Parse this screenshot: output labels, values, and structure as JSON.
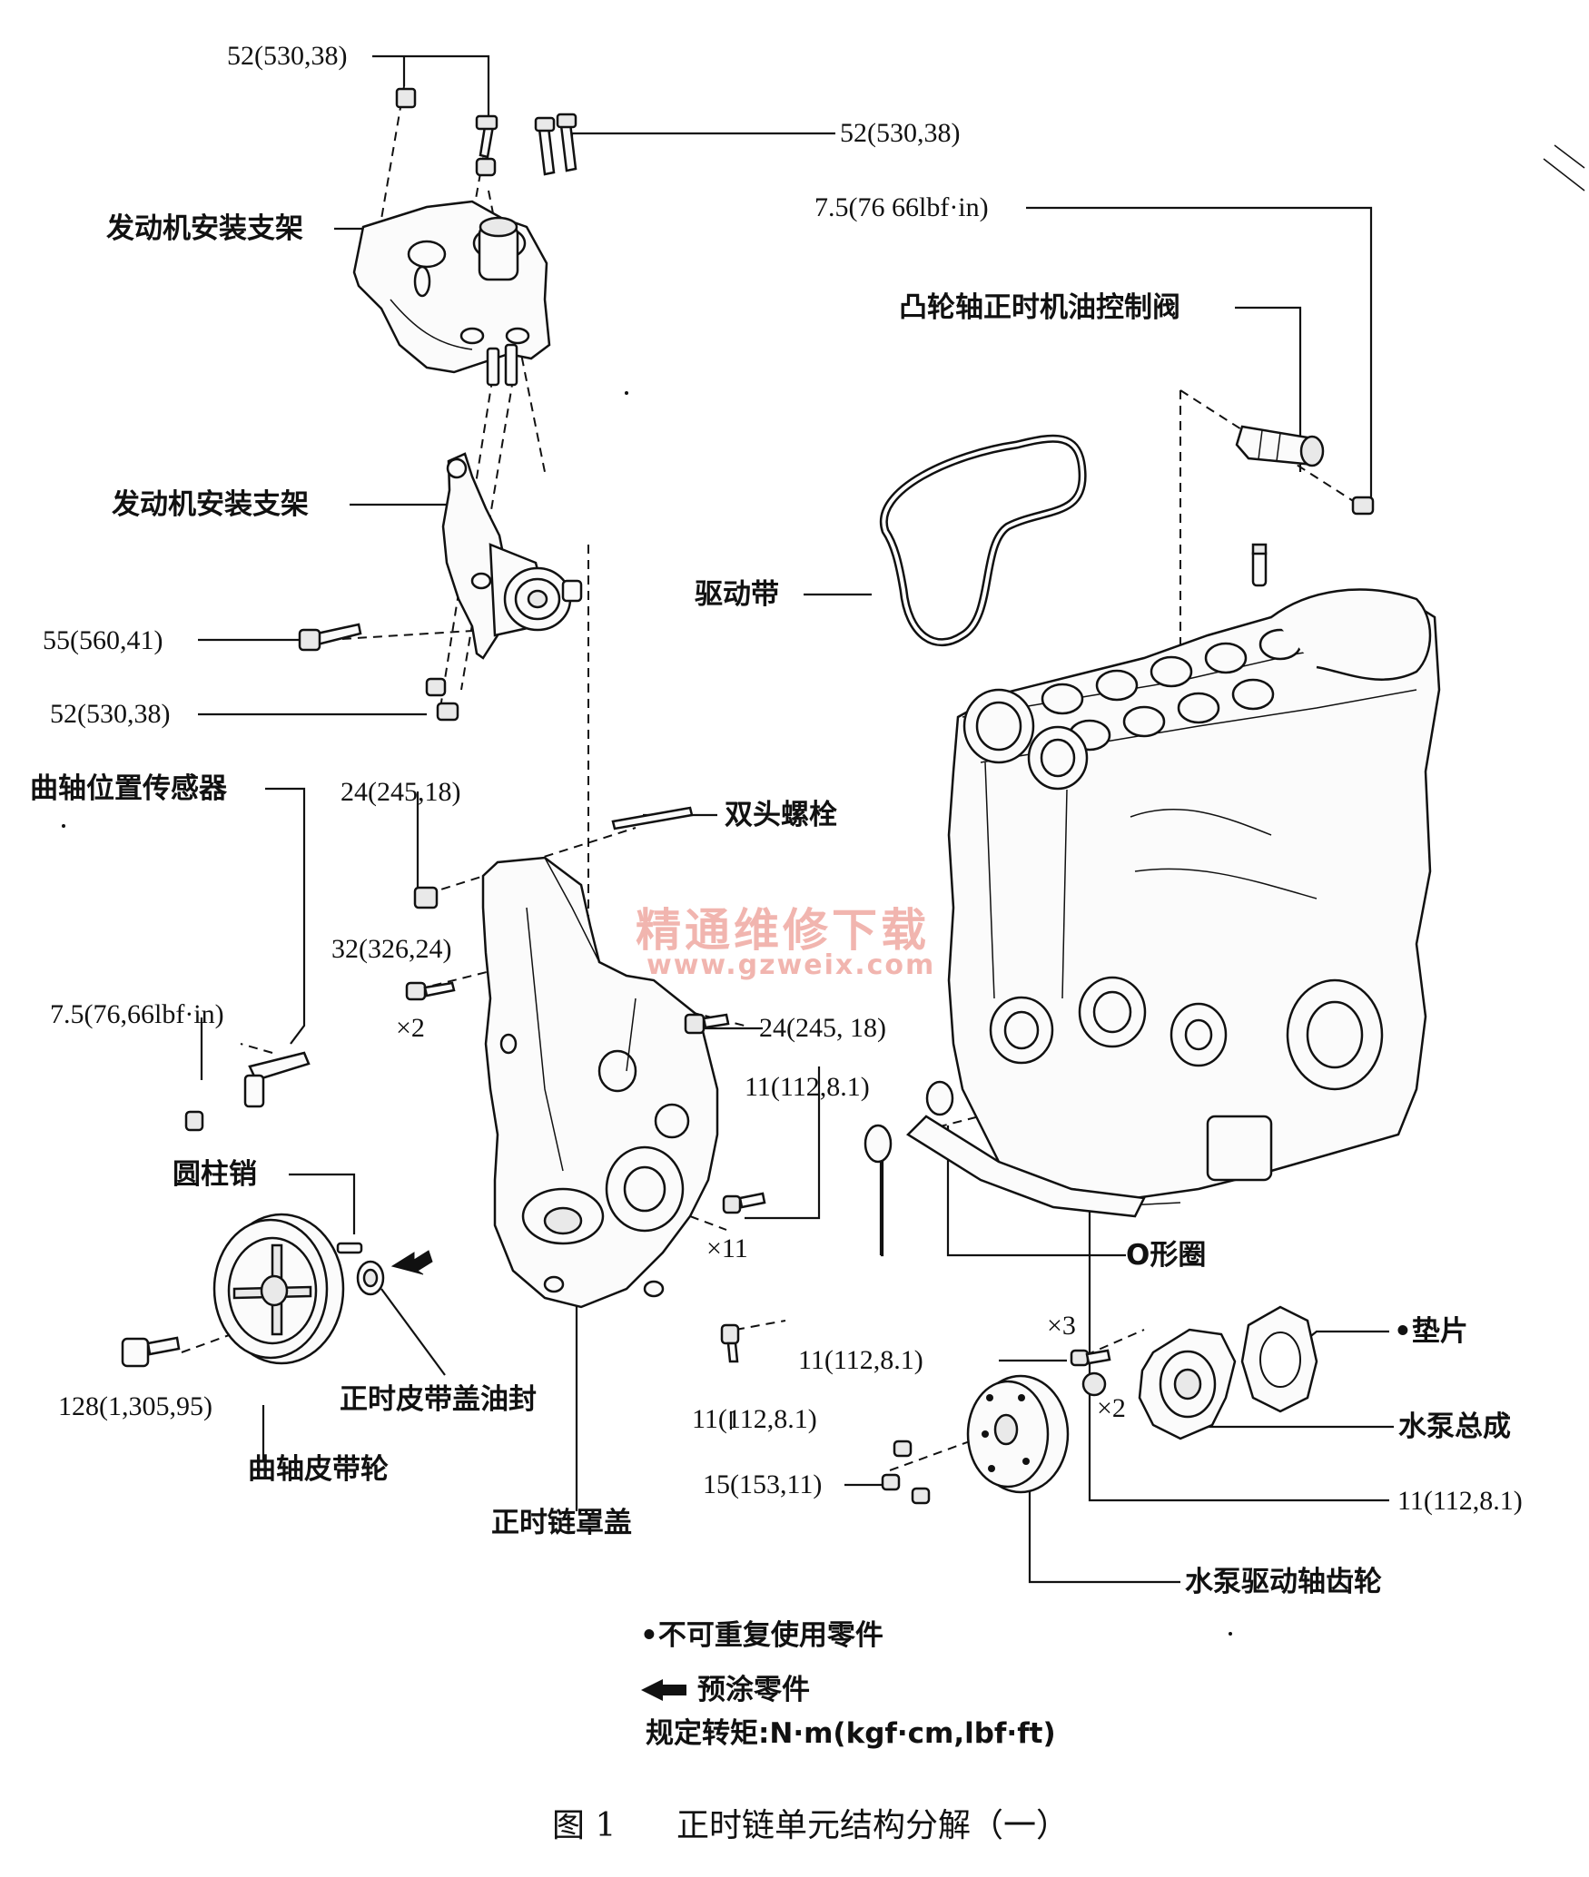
{
  "labels": {
    "engine_mount_bracket_upper": "发动机安装支架",
    "engine_mount_bracket_lower": "发动机安装支架",
    "ocv": "凸轮轴正时机油控制阀",
    "drive_belt": "驱动带",
    "crank_position_sensor": "曲轴位置传感器",
    "stud_bolt": "双头螺栓",
    "straight_pin": "圆柱销",
    "timing_belt_cover_oil_seal": "正时皮带盖油封",
    "crankshaft_pulley": "曲轴皮带轮",
    "timing_chain_cover": "正时链罩盖",
    "o_ring": "O形圈",
    "gasket": "垫片",
    "water_pump_assy": "水泵总成",
    "water_pump_drive_gear": "水泵驱动轴齿轮"
  },
  "torques": {
    "t_top_left": "52(530,38)",
    "t_top_right": "52(530,38)",
    "t_ocv": "7.5(76 66lbf·in)",
    "t_55": "55(560,41)",
    "t_52_lower": "52(530,38)",
    "t_24_top": "24(245,18)",
    "t_32": "32(326,24)",
    "t_24_right": "24(245, 18)",
    "t_sensor": "7.5(76,66lbf·in)",
    "t_11_cover": "11(112,8.1)",
    "t_128": "128(1,305,95)",
    "t_11_bottom": "11(112,8.1)",
    "t_11_pump_left": "11(112,8.1)",
    "t_15": "15(153,11)",
    "t_11_pump_right": "11(112,8.1)"
  },
  "quantities": {
    "x2_left": "×2",
    "x11": "×11",
    "x3": "×3",
    "x2_pump": "×2"
  },
  "legend": {
    "non_reusable": "•不可重复使用零件",
    "precoated": "预涂零件",
    "torque_unit": "规定转矩:N·m(kgf·cm,lbf·ft)"
  },
  "caption": {
    "figure": "图 1",
    "title": "正时链单元结构分解（一）"
  },
  "watermark": {
    "line1": "精通维修下载",
    "line2": "www.gzweix.com"
  }
}
